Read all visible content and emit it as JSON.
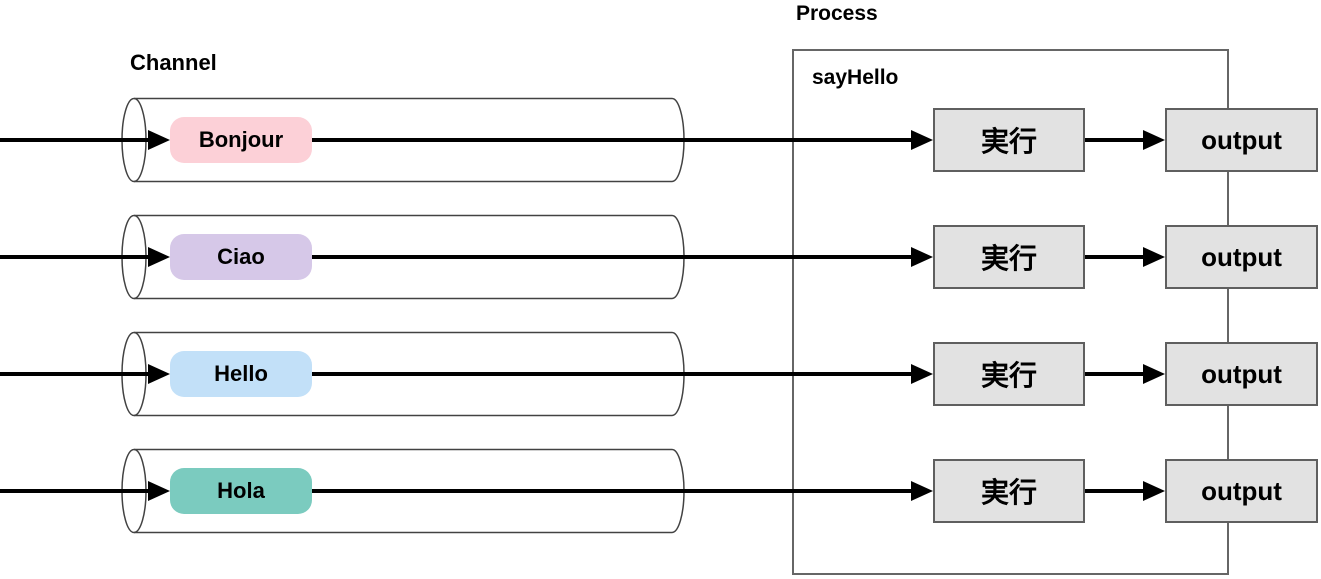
{
  "diagram": {
    "channel_section_label": "Channel",
    "process_section_label": "Process",
    "process_function_name": "sayHello",
    "execute_label": "実行",
    "output_label": "output"
  },
  "channels": [
    {
      "message": "Bonjour",
      "color": "#fcd0d7"
    },
    {
      "message": "Ciao",
      "color": "#d6c8e8"
    },
    {
      "message": "Hello",
      "color": "#c2e0f8"
    },
    {
      "message": "Hola",
      "color": "#7bcbbf"
    }
  ],
  "colors": {
    "arrow": "#000000",
    "node_fill": "#e2e2e2",
    "node_border": "#5f5f5f",
    "process_border": "#666666",
    "pipe_stroke": "#424242",
    "background": "#ffffff"
  }
}
